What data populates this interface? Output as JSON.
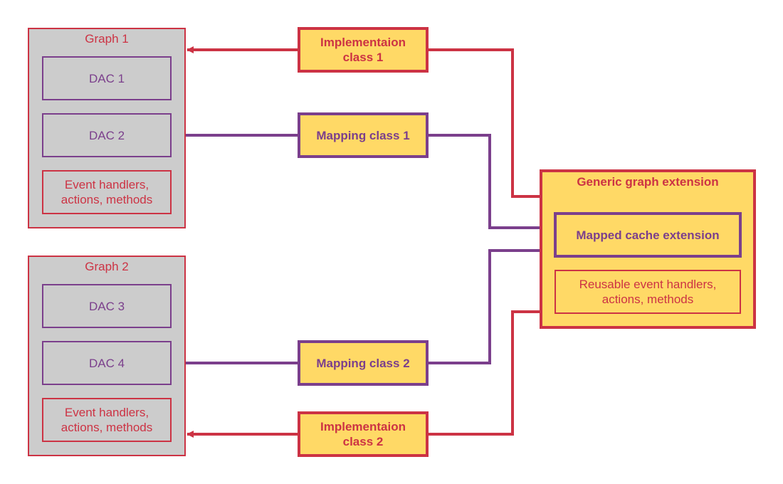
{
  "colors": {
    "red": "#cc3344",
    "purple": "#7b3f8c",
    "yellow": "#ffd966",
    "gray": "#cccccc"
  },
  "graph1": {
    "title": "Graph 1",
    "dac_a": "DAC 1",
    "dac_b": "DAC 2",
    "handlers_line1": "Event handlers,",
    "handlers_line2": "actions, methods"
  },
  "graph2": {
    "title": "Graph 2",
    "dac_a": "DAC 3",
    "dac_b": "DAC 4",
    "handlers_line1": "Event handlers,",
    "handlers_line2": "actions, methods"
  },
  "impl1": {
    "line1": "Implementaion",
    "line2": "class 1"
  },
  "impl2": {
    "line1": "Implementaion",
    "line2": "class 2"
  },
  "mapping1": "Mapping class 1",
  "mapping2": "Mapping class 2",
  "extension": {
    "title": "Generic graph extension",
    "mapped": "Mapped cache extension",
    "reusable_line1": "Reusable event handlers,",
    "reusable_line2": "actions, methods"
  }
}
